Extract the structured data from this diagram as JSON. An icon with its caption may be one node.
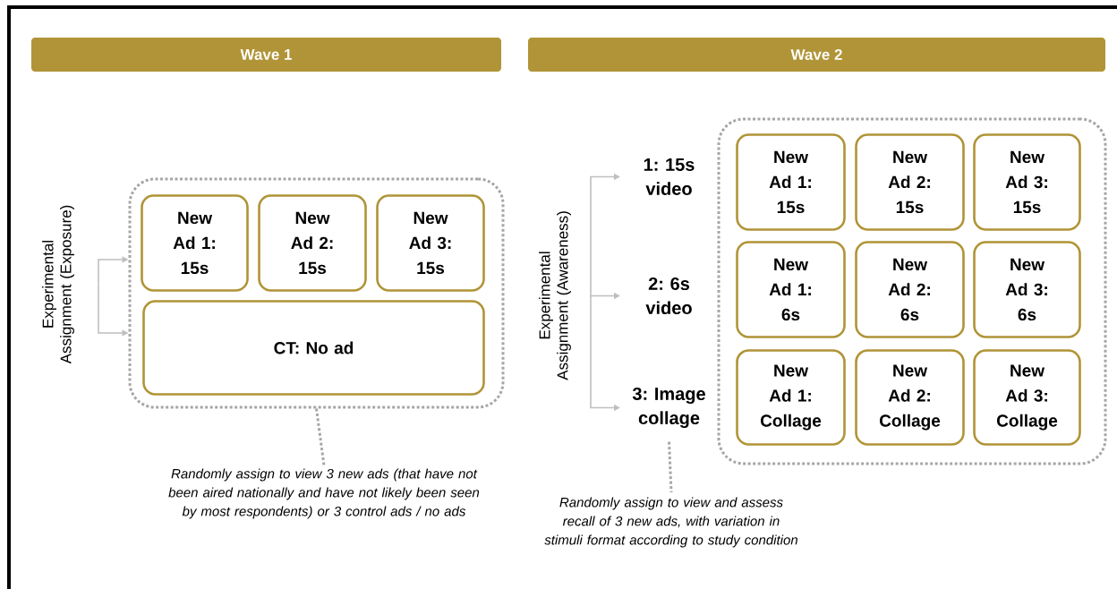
{
  "diagram": {
    "nodes": [
      {
        "text": [
          "Wave 1"
        ]
      },
      {
        "text": [
          "Wave 2"
        ]
      },
      {
        "text": [
          "Experimental Assignment (Exposure)"
        ]
      },
      {
        "text": [],
        "shape": "box"
      },
      {
        "text": [
          "New Ad 1: 15s"
        ],
        "in": 3
      },
      {
        "text": [
          "New Ad 2: 15s"
        ],
        "in": 3
      },
      {
        "text": [
          "New Ad 3: 15s"
        ],
        "in": 3
      },
      {
        "text": [
          "CT: No ad"
        ],
        "in": 3
      },
      {
        "text": [
          "Experimental Assignment (Awareness)"
        ]
      },
      {
        "text": [
          "1: 15s video"
        ]
      },
      {
        "text": [
          "2: 6s video"
        ]
      },
      {
        "text": [
          "3: Image collage"
        ]
      },
      {
        "text": [],
        "shape": "box"
      },
      {
        "text": [
          "New Ad 1: 15s"
        ],
        "in": 12
      },
      {
        "text": [
          "New Ad 2: 15s"
        ],
        "in": 12
      },
      {
        "text": [
          "New Ad 3: 15s"
        ],
        "in": 12
      },
      {
        "text": [
          "New Ad 1: 6s"
        ],
        "in": 12
      },
      {
        "text": [
          "New Ad 2: 6s"
        ],
        "in": 12
      },
      {
        "text": [
          "New Ad 3: 6s"
        ],
        "in": 12
      },
      {
        "text": [
          "New Ad 1: Collage"
        ],
        "in": 12
      },
      {
        "text": [
          "New Ad 2: Collage"
        ],
        "in": 12
      },
      {
        "text": [
          "New Ad 3: Collage"
        ],
        "in": 12
      },
      {
        "text": [
          "Randomly assign to view 3 new ads (that have not been aired nationally and have not likely been seen by most respondents) or 3 control ads / no ads"
        ]
      },
      {
        "text": [
          "Randomly assign to view and assess recall of 3 new ads, with variation in stimuli format according to study condition"
        ]
      }
    ],
    "edges": [
      {
        "from": 2,
        "to": 3,
        "arrow": "to"
      },
      {
        "from": 2,
        "to": 3,
        "arrow": "to"
      },
      {
        "from": 8,
        "to": 9,
        "arrow": "to"
      },
      {
        "from": 8,
        "to": 10,
        "arrow": "to"
      },
      {
        "from": 8,
        "to": 11,
        "arrow": "to"
      },
      {
        "from": 3,
        "to": 22,
        "arrow": "none",
        "style": "dashed"
      },
      {
        "from": 11,
        "to": 23,
        "arrow": "none",
        "style": "dashed"
      }
    ]
  }
}
